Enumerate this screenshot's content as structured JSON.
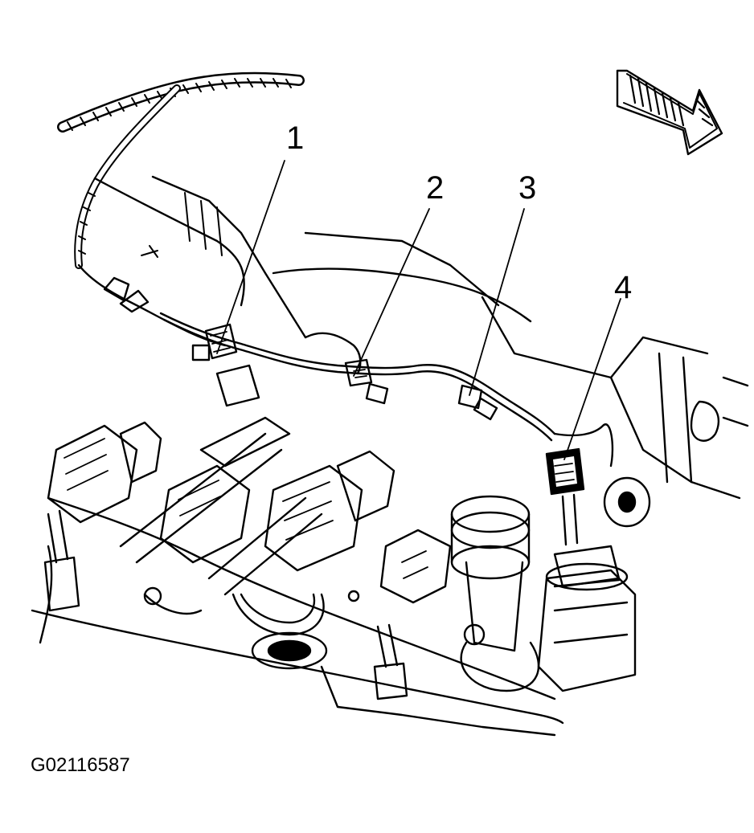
{
  "figure": {
    "id": "G02116587",
    "callouts": [
      "1",
      "2",
      "3",
      "4"
    ]
  },
  "colors": {
    "ink": "#000000",
    "paper": "#ffffff"
  },
  "icons": {
    "orientation": "front-direction-arrow-icon"
  }
}
